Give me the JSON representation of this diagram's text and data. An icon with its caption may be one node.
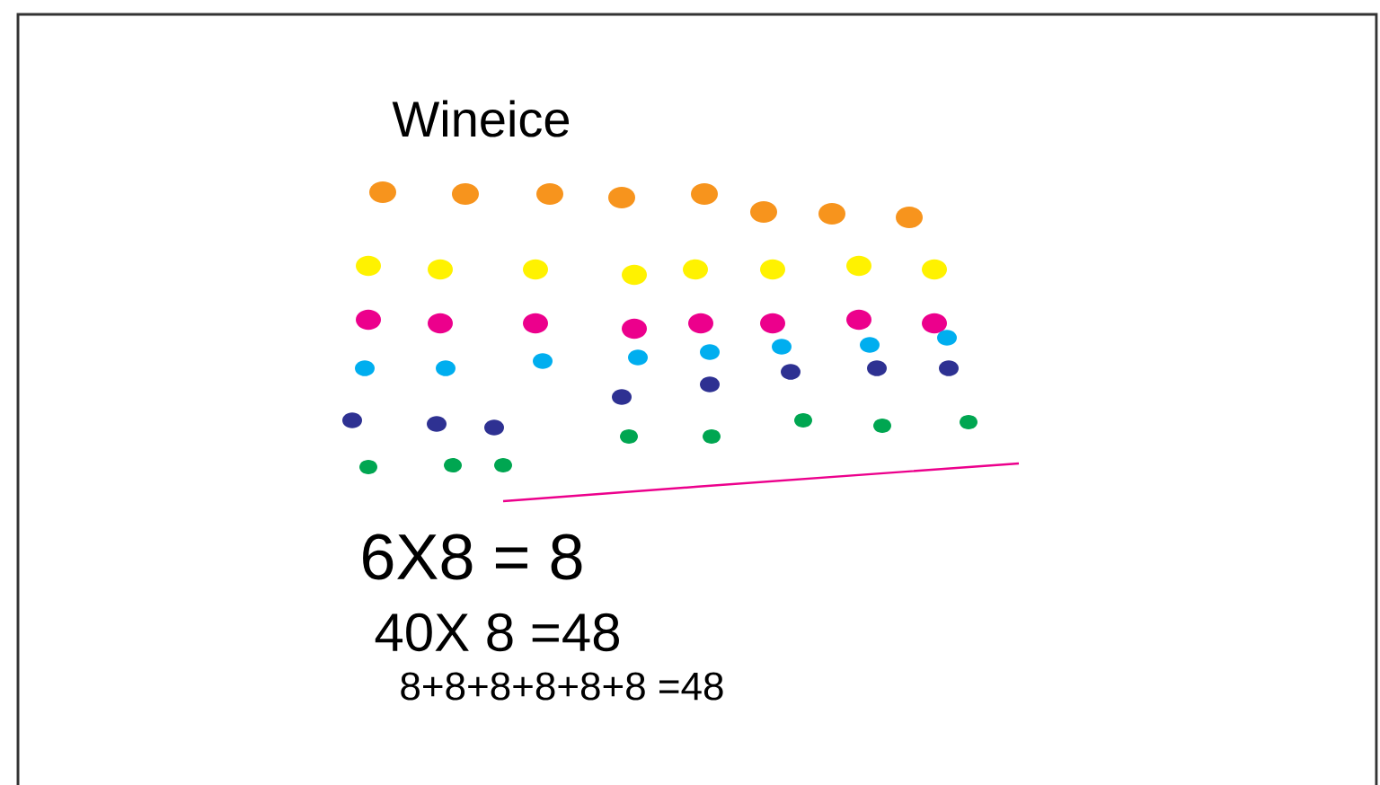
{
  "diagram": {
    "title": "Wineice",
    "labels": [
      "6X8 = 8",
      "40X 8 =48",
      "8+8+8+8+8+8 =48"
    ]
  }
}
